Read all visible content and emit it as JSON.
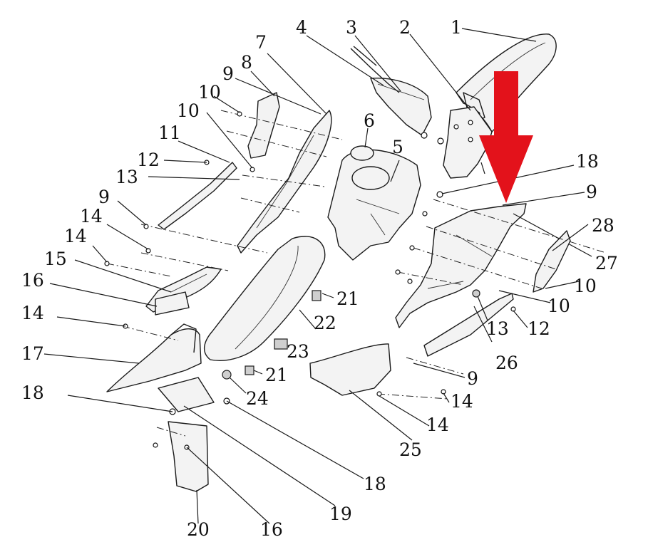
{
  "diagram": {
    "labels": [
      {
        "id": "1",
        "text": "1"
      },
      {
        "id": "2",
        "text": "2"
      },
      {
        "id": "3",
        "text": "3"
      },
      {
        "id": "4",
        "text": "4"
      },
      {
        "id": "5",
        "text": "5"
      },
      {
        "id": "6",
        "text": "6"
      },
      {
        "id": "7",
        "text": "7"
      },
      {
        "id": "8",
        "text": "8"
      },
      {
        "id": "9a",
        "text": "9"
      },
      {
        "id": "9b",
        "text": "9"
      },
      {
        "id": "9c",
        "text": "9"
      },
      {
        "id": "9d",
        "text": "9"
      },
      {
        "id": "10a",
        "text": "10"
      },
      {
        "id": "10b",
        "text": "10"
      },
      {
        "id": "10c",
        "text": "10"
      },
      {
        "id": "10d",
        "text": "10"
      },
      {
        "id": "11",
        "text": "11"
      },
      {
        "id": "12a",
        "text": "12"
      },
      {
        "id": "12b",
        "text": "12"
      },
      {
        "id": "13a",
        "text": "13"
      },
      {
        "id": "13b",
        "text": "13"
      },
      {
        "id": "14a",
        "text": "14"
      },
      {
        "id": "14b",
        "text": "14"
      },
      {
        "id": "14c",
        "text": "14"
      },
      {
        "id": "14d",
        "text": "14"
      },
      {
        "id": "14e",
        "text": "14"
      },
      {
        "id": "15",
        "text": "15"
      },
      {
        "id": "16a",
        "text": "16"
      },
      {
        "id": "16b",
        "text": "16"
      },
      {
        "id": "17",
        "text": "17"
      },
      {
        "id": "18a",
        "text": "18"
      },
      {
        "id": "18b",
        "text": "18"
      },
      {
        "id": "18c",
        "text": "18"
      },
      {
        "id": "19",
        "text": "19"
      },
      {
        "id": "20",
        "text": "20"
      },
      {
        "id": "21a",
        "text": "21"
      },
      {
        "id": "21b",
        "text": "21"
      },
      {
        "id": "22",
        "text": "22"
      },
      {
        "id": "23",
        "text": "23"
      },
      {
        "id": "24",
        "text": "24"
      },
      {
        "id": "25",
        "text": "25"
      },
      {
        "id": "26",
        "text": "26"
      },
      {
        "id": "27",
        "text": "27"
      },
      {
        "id": "28",
        "text": "28"
      }
    ],
    "colors": {
      "line": "#1a1a1a",
      "arrow": "#e3121b",
      "background": "#ffffff"
    },
    "highlight_icon": "red-down-arrow-icon"
  }
}
